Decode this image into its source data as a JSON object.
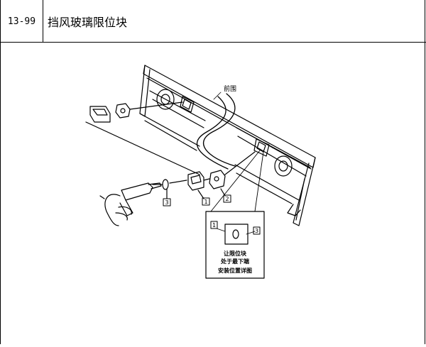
{
  "header": {
    "section_code": "13-99",
    "title": "挡风玻璃限位块"
  },
  "figure": {
    "label_front": "前围",
    "callouts": [
      "1",
      "2",
      "3"
    ],
    "detail": {
      "callout_left": "1",
      "callout_right": "3",
      "note_line1": "让限位块",
      "note_line2": "处于最下端",
      "caption": "安装位置详图"
    }
  }
}
